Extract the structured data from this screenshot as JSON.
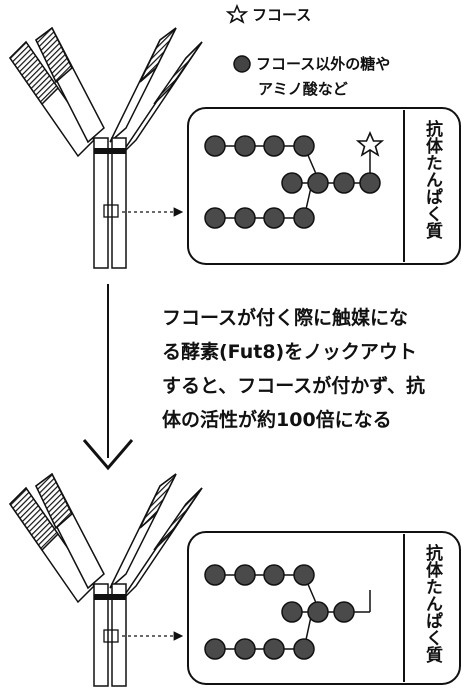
{
  "legend": {
    "fucose_label": "フコース",
    "other_label_line1": "フコース以外の糖や",
    "other_label_line2": "アミノ酸など"
  },
  "panels": {
    "top_side_label": "抗体たんぱく質",
    "bottom_side_label": "抗体たんぱく質"
  },
  "caption": {
    "line1": "フコースが付く際に触媒にな",
    "line2": "る酵素(Fut8)をノックアウト",
    "line3": "すると、フコースが付かず、抗",
    "line4": "体の活性が約100倍になる"
  }
}
